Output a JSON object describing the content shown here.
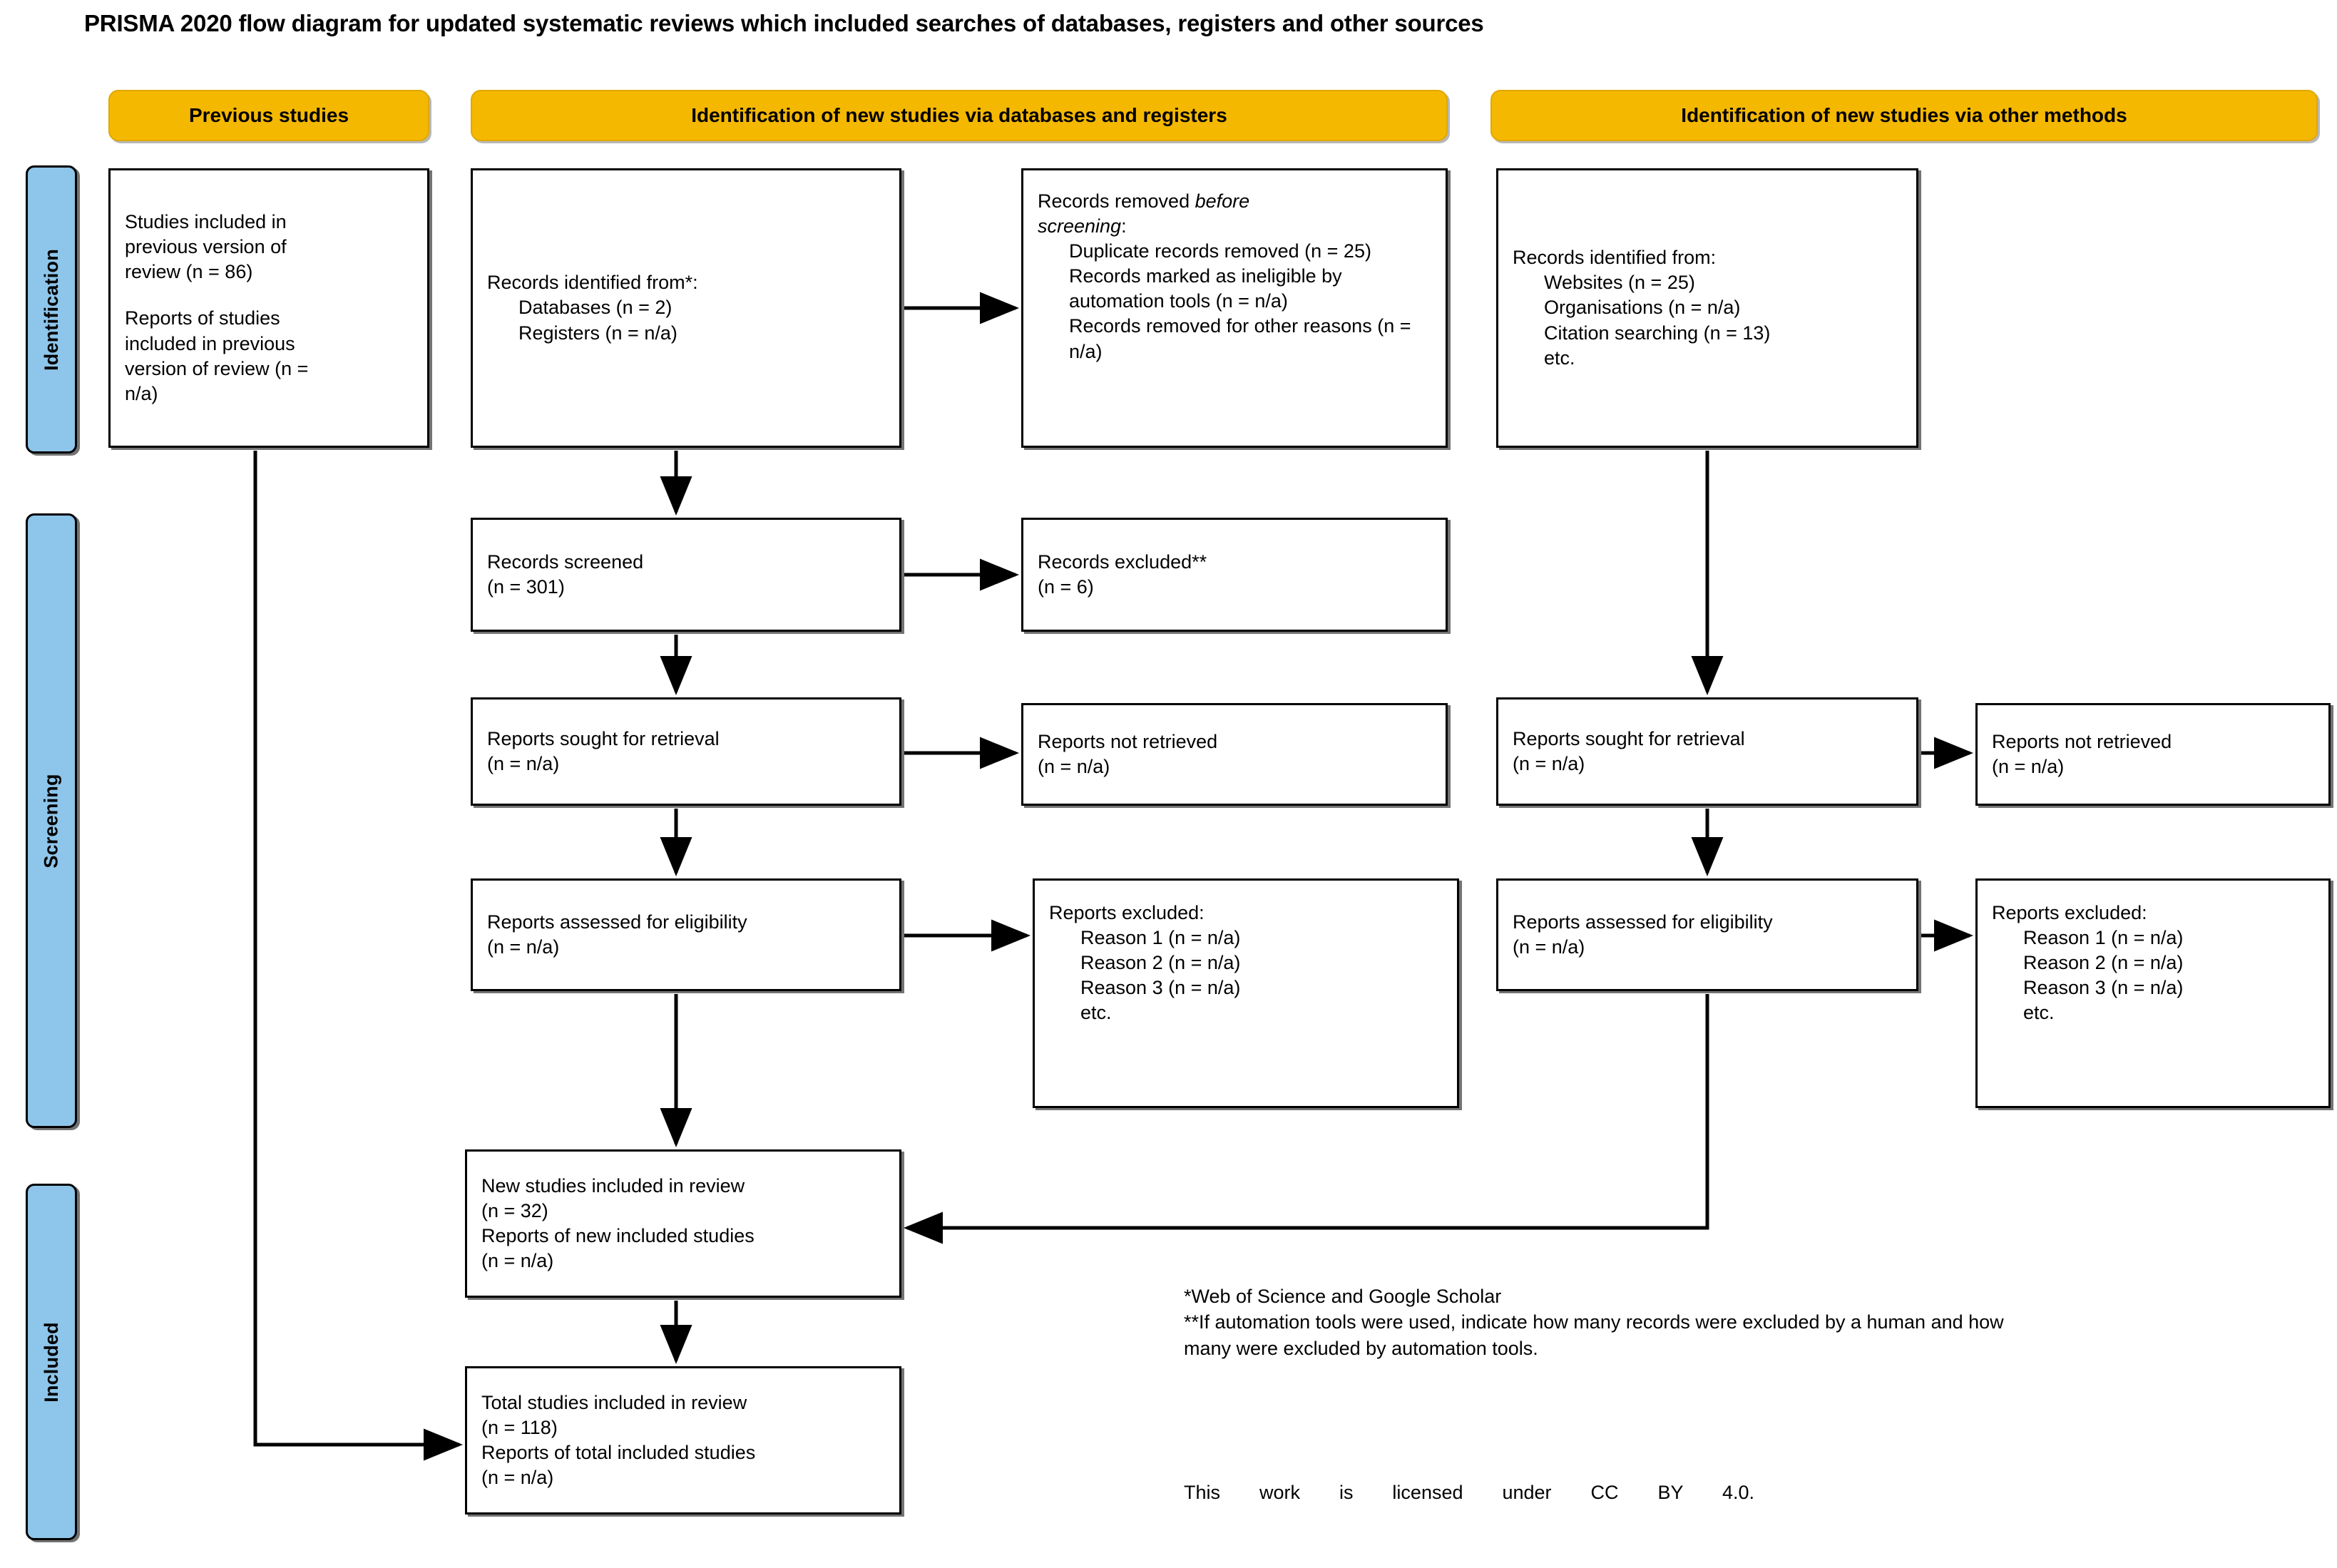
{
  "title": "PRISMA 2020 flow diagram for updated systematic reviews which included searches of databases, registers and other sources",
  "colors": {
    "header_pill": "#F5B800",
    "stage_pill": "#8EC5EA",
    "box_border": "#000000",
    "background": "#FFFFFF"
  },
  "headers": {
    "previous": "Previous studies",
    "databases": "Identification of new studies via databases and registers",
    "other": "Identification of new studies via other methods"
  },
  "stages": {
    "identification": "Identification",
    "screening": "Screening",
    "included": "Included"
  },
  "previous_studies": {
    "line1": "Studies included in",
    "line2": "previous version of",
    "line3": "review (n = 86)",
    "line4": "Reports of studies",
    "line5": "included in previous",
    "line6": "version of review (n =",
    "line7": "n/a)"
  },
  "databases_column": {
    "identified": {
      "title": "Records identified from*:",
      "items": [
        "Databases (n = 2)",
        "Registers (n = n/a)"
      ]
    },
    "removed": {
      "title_plain": "Records removed ",
      "title_italic": "before",
      "title_italic2": "screening",
      "title_colon": ":",
      "items": [
        "Duplicate records removed (n = 25)",
        "Records marked as ineligible by automation tools (n = n/a)",
        "Records removed for other reasons (n = n/a)"
      ]
    },
    "screened": {
      "line1": "Records screened",
      "line2": "(n = 301)"
    },
    "excluded": {
      "line1": "Records excluded**",
      "line2": "(n = 6)"
    },
    "sought": {
      "line1": "Reports sought for retrieval",
      "line2": "(n = n/a)"
    },
    "not_retrieved": {
      "line1": "Reports not retrieved",
      "line2": "(n = n/a)"
    },
    "assessed": {
      "line1": "Reports assessed for eligibility",
      "line2": "(n = n/a)"
    },
    "reports_excluded": {
      "title": "Reports excluded:",
      "items": [
        "Reason 1 (n = n/a)",
        "Reason 2 (n = n/a)",
        "Reason 3 (n = n/a)",
        "etc."
      ]
    }
  },
  "other_column": {
    "identified": {
      "title": "Records identified from:",
      "items": [
        "Websites (n = 25)",
        "Organisations (n = n/a)",
        "Citation searching (n = 13)",
        "etc."
      ]
    },
    "sought": {
      "line1": "Reports sought for retrieval",
      "line2": "(n = n/a)"
    },
    "not_retrieved": {
      "line1": "Reports not retrieved",
      "line2": "(n = n/a)"
    },
    "assessed": {
      "line1": "Reports assessed for eligibility",
      "line2": "(n = n/a)"
    },
    "reports_excluded": {
      "title": "Reports excluded:",
      "items": [
        "Reason 1 (n = n/a)",
        "Reason 2 (n = n/a)",
        "Reason 3 (n = n/a)",
        "etc."
      ]
    }
  },
  "included_column": {
    "new_studies": {
      "line1": "New studies included in review",
      "line2": "(n = 32)",
      "line3": "Reports of new included studies",
      "line4": "(n = n/a)"
    },
    "total_studies": {
      "line1": "Total studies included in review",
      "line2": "(n = 118)",
      "line3": "Reports of total included studies",
      "line4": "(n = n/a)"
    }
  },
  "footnotes": {
    "star": "*Web of Science and Google Scholar",
    "doublestar_line1": "**If automation tools were used, indicate how many records were excluded by a human and how",
    "doublestar_line2": "many were excluded by automation tools.",
    "license": "This work is licensed under CC BY 4.0."
  }
}
